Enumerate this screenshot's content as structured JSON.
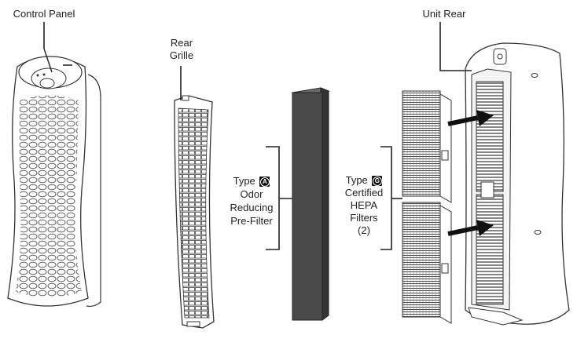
{
  "labels": {
    "control_panel": "Control Panel",
    "rear_grille_line1": "Rear",
    "rear_grille_line2": "Grille",
    "unit_rear": "Unit Rear",
    "prefilter": {
      "type_word": "Type",
      "badge": "A",
      "line2": "Odor",
      "line3": "Reducing",
      "line4": "Pre-Filter"
    },
    "hepa": {
      "type_word": "Type",
      "badge": "G",
      "line2": "Certified",
      "line3": "HEPA",
      "line4": "Filters",
      "line5": "(2)"
    }
  },
  "colors": {
    "line": "#222222",
    "prefilter_fill": "#4a4a4a",
    "arrow": "#111111"
  }
}
